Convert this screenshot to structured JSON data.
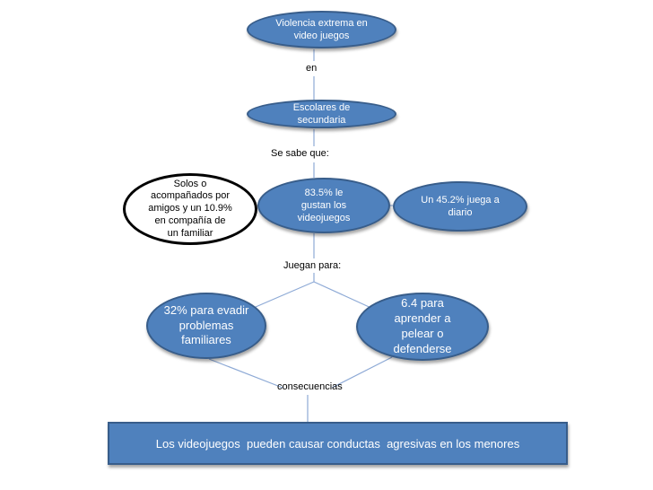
{
  "nodes": {
    "title": {
      "line1": "Violencia extrema en",
      "line2": "video juegos"
    },
    "students": {
      "line1": "Escolares de",
      "line2": "secundaria"
    },
    "center": {
      "line1": "83.5% le",
      "line2": "gustan los",
      "line3": "videojuegos"
    },
    "right": {
      "line1": "Un 45.2% juega a",
      "line2": "diario"
    },
    "left": {
      "line1": "Solos o",
      "line2": "acompañados por",
      "line3": "amigos y un 10.9%",
      "line4": "en compañía de",
      "line5": "un familiar"
    },
    "evade": {
      "line1": "32% para evadir",
      "line2": "problemas",
      "line3": "familiares"
    },
    "learn": {
      "line1": "6.4 para",
      "line2": "aprender a",
      "line3": "pelear o",
      "line4": "defenderse"
    }
  },
  "labels": {
    "en": "en",
    "se_sabe": "Se sabe que:",
    "juegan": "Juegan para:",
    "consecuencias": "consecuencias"
  },
  "conclusion": "Los videojuegos  pueden causar conductas  agresivas en los menores",
  "colors": {
    "node_fill": "#4f81bd",
    "node_border": "#385d8a",
    "connector": "#8eaad6",
    "outline_node": "#000000"
  }
}
